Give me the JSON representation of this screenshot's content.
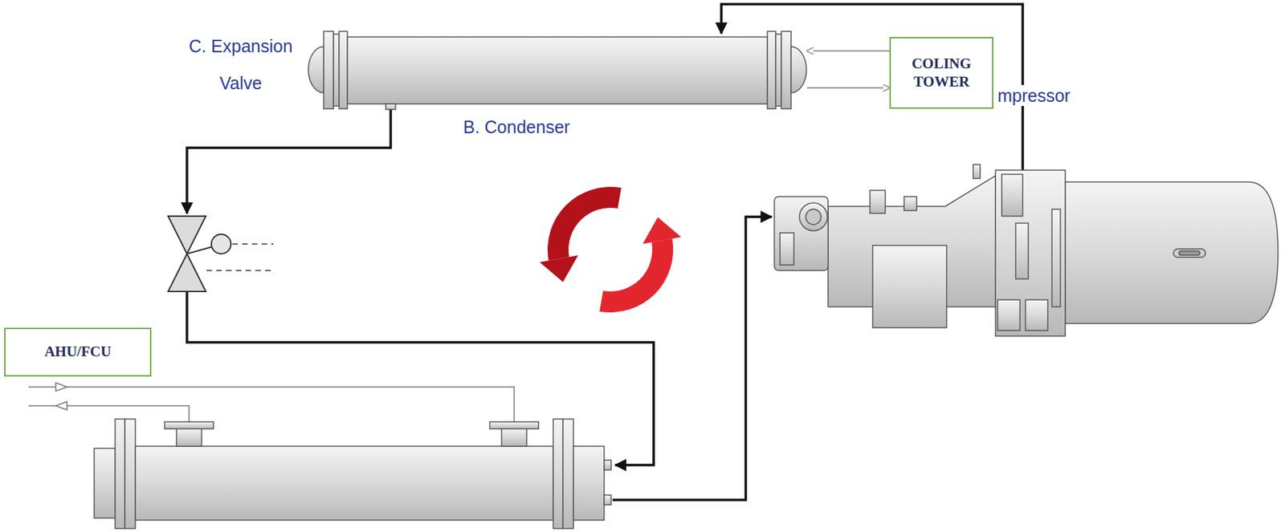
{
  "diagram": {
    "nodes": [
      {
        "text": [
          "B. Condenser"
        ]
      },
      {
        "text": [
          "COLING TOWER"
        ]
      },
      {
        "text": [
          "AHU/FCU"
        ]
      }
    ],
    "edges": [
      {
        "from": 1,
        "to": 0,
        "arrow": "to"
      },
      {
        "from": 0,
        "to": 1,
        "arrow": "to"
      }
    ],
    "labels": [
      "C. Expansion Valve",
      "mpressor"
    ]
  }
}
